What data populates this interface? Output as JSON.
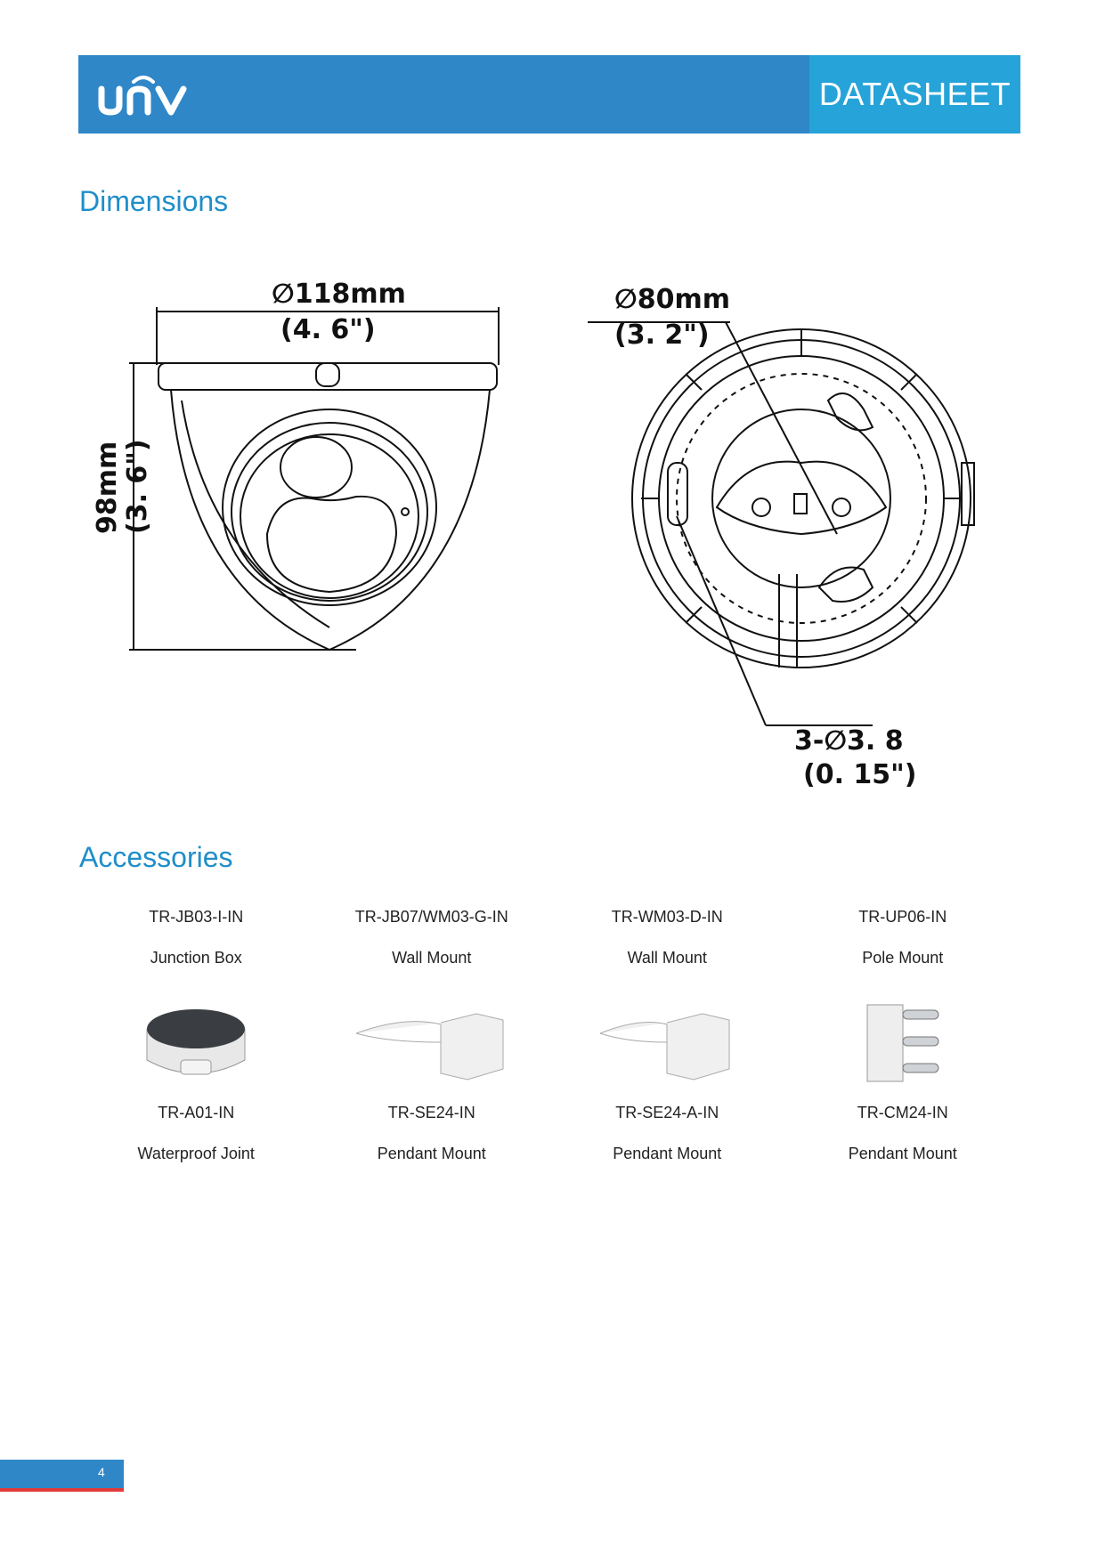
{
  "header": {
    "logo_text": "UNV",
    "badge": "DATASHEET"
  },
  "dimensions": {
    "title": "Dimensions",
    "front_view": {
      "diameter_label": "∅118mm",
      "diameter_in": "(4. 6\")",
      "height_label": "98mm",
      "height_in": "(3. 6\")"
    },
    "bottom_view": {
      "diameter_label": "∅80mm",
      "diameter_in": "(3. 2\")",
      "hole_label": "3-∅3. 8",
      "hole_in": "(0. 15\")"
    }
  },
  "accessories": {
    "title": "Accessories",
    "row1": [
      {
        "model": "TR-JB03-I-IN",
        "name": "Junction Box"
      },
      {
        "model": "TR-JB07/WM03-G-IN",
        "name": "Wall Mount"
      },
      {
        "model": "TR-WM03-D-IN",
        "name": "Wall Mount"
      },
      {
        "model": "TR-UP06-IN",
        "name": "Pole Mount"
      }
    ],
    "row2": [
      {
        "model": "TR-A01-IN",
        "name": "Waterproof Joint"
      },
      {
        "model": "TR-SE24-IN",
        "name": "Pendant Mount"
      },
      {
        "model": "TR-SE24-A-IN",
        "name": "Pendant Mount"
      },
      {
        "model": "TR-CM24-IN",
        "name": "Pendant Mount"
      }
    ]
  },
  "footer": {
    "page_number": "4"
  }
}
